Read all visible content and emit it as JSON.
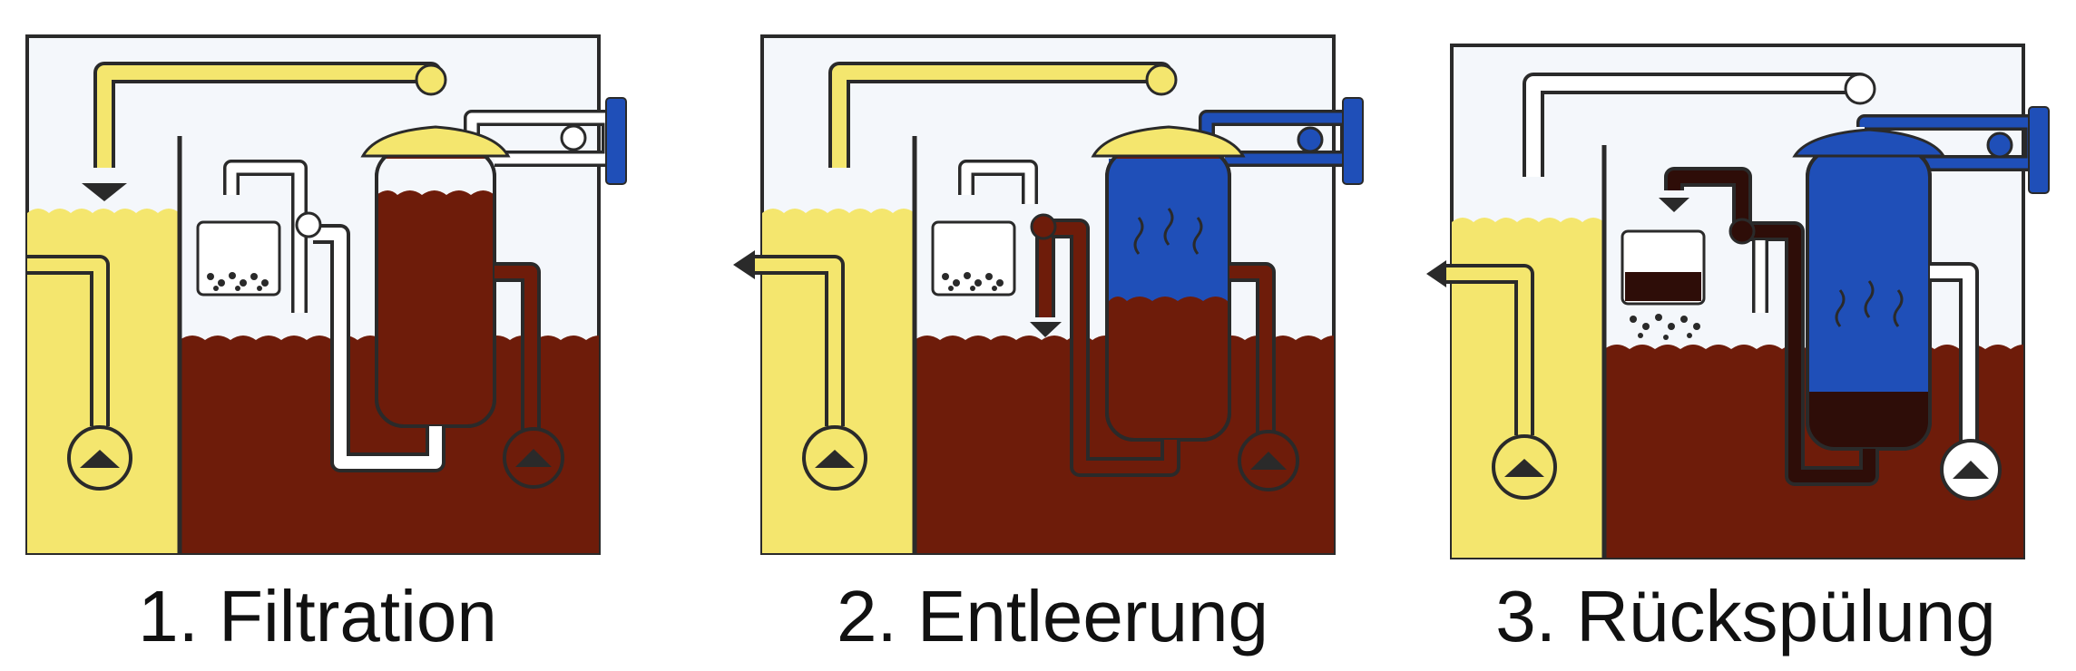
{
  "title": "",
  "colors": {
    "clean_water": "#f4e66e",
    "sludge": "#6e1c0a",
    "air": "#f4f7fb",
    "backwash": "#1f4fb8",
    "pipe_white": "#ffffff",
    "outline": "#2a2a2a"
  },
  "panels": [
    {
      "caption": "1. Filtration"
    },
    {
      "caption": "2. Entleerung"
    },
    {
      "caption": "3. Rückspülung"
    }
  ]
}
